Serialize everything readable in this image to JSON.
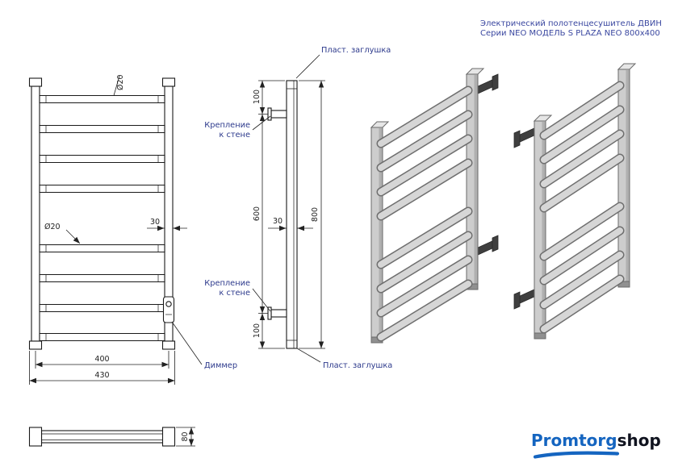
{
  "title": {
    "line1": "Электрический полотенцесушитель ДВИН",
    "line2": "Серии NEO МОДЕЛЬ S PLAZA NEO 800x400"
  },
  "front_view": {
    "dia_top": "Ø20",
    "dia_mid": "Ø20",
    "rail_width": "30",
    "dim_inner": "400",
    "dim_overall": "430",
    "dimmer": "Диммер"
  },
  "side_view": {
    "plug_top": "Пласт. заглушка",
    "plug_bottom": "Пласт. заглушка",
    "bracket_line1": "Крепление",
    "bracket_line2": "к стене",
    "dim_top": "100",
    "dim_mid": "600",
    "dim_bottom": "100",
    "depth": "30",
    "height": "800"
  },
  "top_view": {
    "depth": "80"
  },
  "logo": {
    "part1": "Promtorg",
    "part2": "shop"
  },
  "colors": {
    "accent_blue": "#3a47a0",
    "label_blue": "#2d3a8c",
    "logo_blue": "#1565c0",
    "logo_dark": "#10131f"
  }
}
